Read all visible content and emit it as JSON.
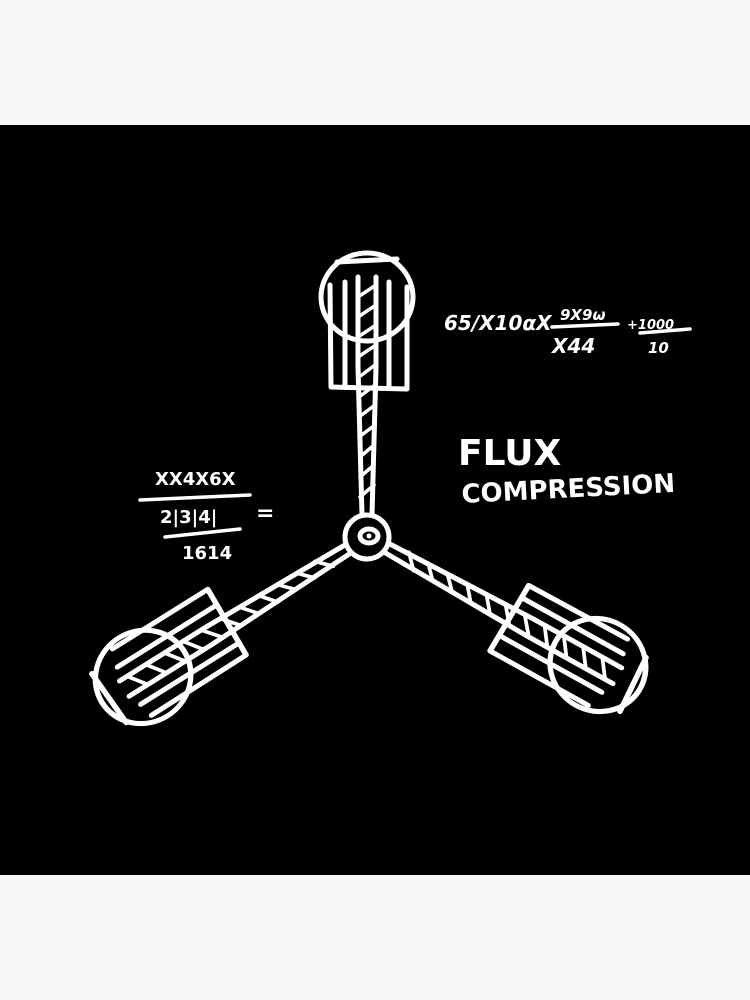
{
  "artwork": {
    "title_line1": "FLUX",
    "title_line2": "COMPRESSION",
    "equation_top": {
      "prefix": "65/X10αX",
      "numerator": "9X9ω",
      "denominator": "X44",
      "plus_numerator": "+1000",
      "plus_denominator": "10"
    },
    "equation_left": {
      "numerator": "XX4X6X",
      "denominator": "2|3|4|",
      "equals": "=",
      "result": "1614"
    },
    "colors": {
      "background": "#000000",
      "ink": "#ffffff",
      "page": "#f6f6f6"
    }
  }
}
